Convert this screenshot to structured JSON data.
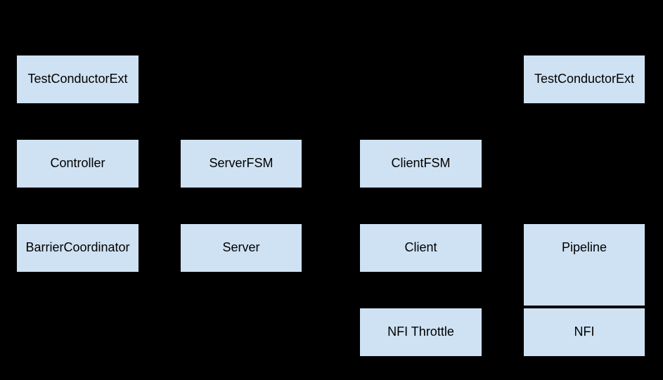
{
  "style": {
    "background": "#000000",
    "box_fill": "#cfe2f3",
    "box_border": "#000000",
    "text_color": "#000000"
  },
  "nodes": [
    {
      "name": "test-conductor-ext-left",
      "label": "TestConductorExt"
    },
    {
      "name": "test-conductor-ext-right",
      "label": "TestConductorExt"
    },
    {
      "name": "controller",
      "label": "Controller"
    },
    {
      "name": "server-fsm",
      "label": "ServerFSM"
    },
    {
      "name": "client-fsm",
      "label": "ClientFSM"
    },
    {
      "name": "barrier-coordinator",
      "label": "BarrierCoordinator"
    },
    {
      "name": "server",
      "label": "Server"
    },
    {
      "name": "client",
      "label": "Client"
    },
    {
      "name": "pipeline",
      "label": "Pipeline"
    },
    {
      "name": "nfi-throttle",
      "label": "NFI Throttle"
    },
    {
      "name": "nfi",
      "label": "NFI"
    }
  ]
}
